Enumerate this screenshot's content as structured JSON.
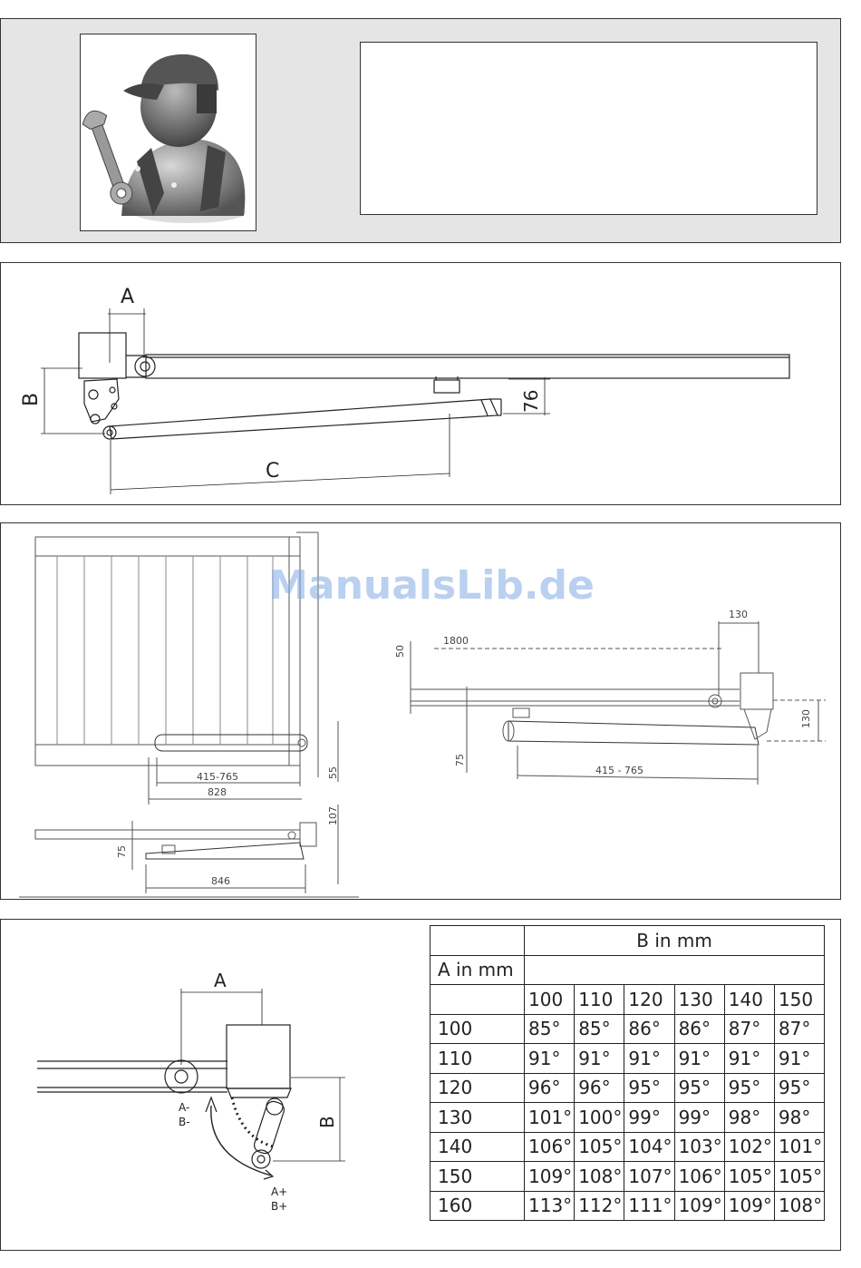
{
  "watermark": "ManualsLib.de",
  "section1": {
    "icon": "mechanic-with-wrench-icon"
  },
  "section2": {
    "labels": {
      "a": "A",
      "b": "B",
      "c": "C",
      "dim76": "76"
    }
  },
  "section3": {
    "labels": {
      "d415_765": "415-765",
      "d828": "828",
      "d55": "55",
      "d75a": "75",
      "d846": "846",
      "d107": "107",
      "d1800": "1800",
      "d130a": "130",
      "d50": "50",
      "d130b": "130",
      "d75b": "75",
      "d415_765b": "415 - 765"
    }
  },
  "section4": {
    "labels": {
      "a": "A",
      "b": "B",
      "a_minus": "A-",
      "b_minus": "B-",
      "a_plus": "A+",
      "b_plus": "B+"
    },
    "table": {
      "header_b": "B  in  mm",
      "header_a": "A  in  mm",
      "columns": [
        "100",
        "110",
        "120",
        "130",
        "140",
        "150"
      ],
      "rows": [
        {
          "a": "100",
          "values": [
            "85°",
            "85°",
            "86°",
            "86°",
            "87°",
            "87°"
          ]
        },
        {
          "a": "110",
          "values": [
            "91°",
            "91°",
            "91°",
            "91°",
            "91°",
            "91°"
          ]
        },
        {
          "a": "120",
          "values": [
            "96°",
            "96°",
            "95°",
            "95°",
            "95°",
            "95°"
          ]
        },
        {
          "a": "130",
          "values": [
            "101°",
            "100°",
            "99°",
            "99°",
            "98°",
            "98°"
          ]
        },
        {
          "a": "140",
          "values": [
            "106°",
            "105°",
            "104°",
            "103°",
            "102°",
            "101°"
          ]
        },
        {
          "a": "150",
          "values": [
            "109°",
            "108°",
            "107°",
            "106°",
            "105°",
            "105°"
          ]
        },
        {
          "a": "160",
          "values": [
            "113°",
            "112°",
            "111°",
            "109°",
            "109°",
            "108°"
          ]
        }
      ]
    }
  }
}
